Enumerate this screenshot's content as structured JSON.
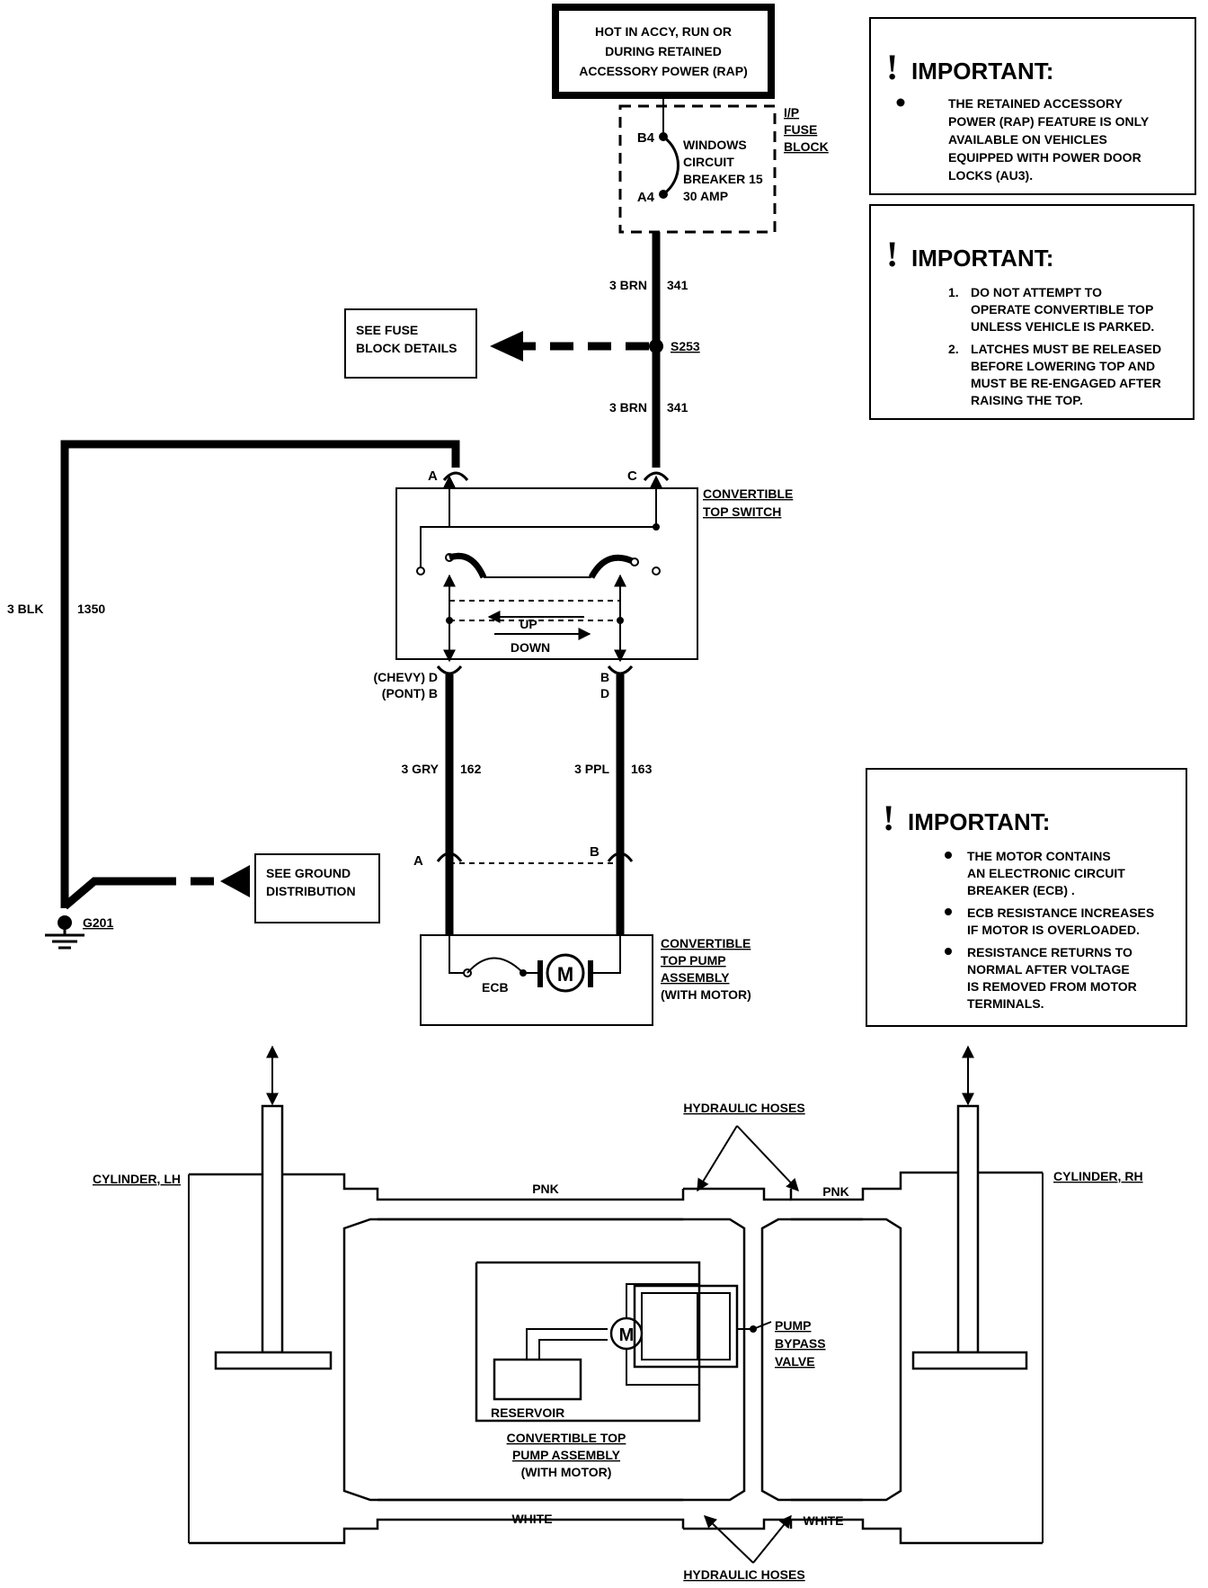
{
  "power_box": {
    "line1": "HOT IN ACCY, RUN OR",
    "line2": "DURING RETAINED",
    "line3": "ACCESSORY POWER (RAP)"
  },
  "fuse_block": {
    "label1": "I/P",
    "label2": "FUSE",
    "label3": "BLOCK",
    "pin_top": "B4",
    "pin_bottom": "A4",
    "breaker1": "WINDOWS",
    "breaker2": "CIRCUIT",
    "breaker3": "BREAKER 15",
    "breaker4": "30 AMP"
  },
  "wires": {
    "brn_upper": {
      "color": "3 BRN",
      "circuit": "341"
    },
    "brn_lower": {
      "color": "3 BRN",
      "circuit": "341"
    },
    "blk": {
      "color": "3 BLK",
      "circuit": "1350"
    },
    "gry": {
      "color": "3 GRY",
      "circuit": "162"
    },
    "ppl": {
      "color": "3 PPL",
      "circuit": "163"
    }
  },
  "splice": "S253",
  "see_fuse": {
    "line1": "SEE FUSE",
    "line2": "BLOCK DETAILS"
  },
  "switch": {
    "label1": "CONVERTIBLE",
    "label2": "TOP SWITCH",
    "pin_a": "A",
    "pin_c": "C",
    "up": "UP",
    "down": "DOWN",
    "chevy_left": "(CHEVY) D",
    "pont_left": "(PONT) B",
    "chevy_right": "B",
    "pont_right": "D"
  },
  "motor_conn": {
    "pin_a": "A",
    "pin_b": "B"
  },
  "ground": {
    "id": "G201",
    "see1": "SEE GROUND",
    "see2": "DISTRIBUTION"
  },
  "pump": {
    "label1": "CONVERTIBLE",
    "label2": "TOP PUMP",
    "label3": "ASSEMBLY",
    "label4": "(WITH MOTOR)",
    "ecb": "ECB",
    "motor": "M"
  },
  "important1": {
    "title": "IMPORTANT:",
    "b1l1": "THE RETAINED ACCESSORY",
    "b1l2": "POWER (RAP) FEATURE IS ONLY",
    "b1l3": "AVAILABLE ON VEHICLES",
    "b1l4": "EQUIPPED WITH POWER DOOR",
    "b1l5": "LOCKS (AU3)."
  },
  "important2": {
    "title": "IMPORTANT:",
    "n1": "1.",
    "i1l1": "DO NOT ATTEMPT TO",
    "i1l2": "OPERATE CONVERTIBLE TOP",
    "i1l3": "UNLESS VEHICLE IS PARKED.",
    "n2": "2.",
    "i2l1": "LATCHES MUST BE RELEASED",
    "i2l2": "BEFORE LOWERING TOP AND",
    "i2l3": "MUST BE RE-ENGAGED AFTER",
    "i2l4": "RAISING THE TOP."
  },
  "important3": {
    "title": "IMPORTANT:",
    "b1l1": "THE MOTOR CONTAINS",
    "b1l2": "AN ELECTRONIC CIRCUIT",
    "b1l3": "BREAKER (ECB) .",
    "b2l1": "ECB RESISTANCE INCREASES",
    "b2l2": "IF MOTOR IS OVERLOADED.",
    "b3l1": "RESISTANCE RETURNS TO",
    "b3l2": "NORMAL AFTER VOLTAGE",
    "b3l3": "IS REMOVED FROM MOTOR",
    "b3l4": "TERMINALS."
  },
  "hydraulic": {
    "hoses_top": "HYDRAULIC HOSES",
    "hoses_bottom": "HYDRAULIC HOSES",
    "cyl_lh": "CYLINDER, LH",
    "cyl_rh": "CYLINDER, RH",
    "pnk_left": "PNK",
    "pnk_right": "PNK",
    "white_left": "WHITE",
    "white_right": "WHITE",
    "reservoir": "RESERVOIR",
    "motor": "M",
    "bypass1": "PUMP",
    "bypass2": "BYPASS",
    "bypass3": "VALVE",
    "assy1": "CONVERTIBLE TOP",
    "assy2": "PUMP ASSEMBLY",
    "assy3": "(WITH MOTOR)"
  }
}
